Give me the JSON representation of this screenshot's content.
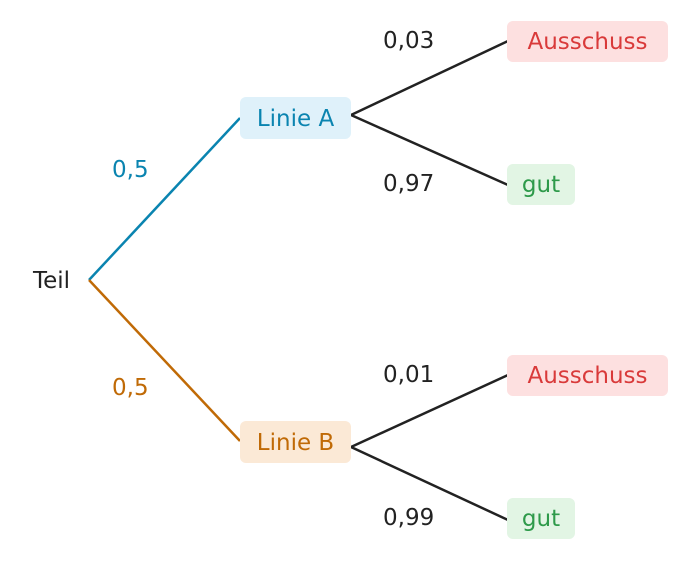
{
  "root": {
    "label": "Teil"
  },
  "colors": {
    "line_a": "#0a84b0",
    "line_b": "#c06a06",
    "box_a_bg": "#dff1fa",
    "box_b_bg": "#fbe9d6",
    "reject_text": "#d93a3a",
    "reject_bg": "#fde0e0",
    "good_text": "#2e9a4a",
    "good_bg": "#e2f5e4",
    "neutral": "#222222"
  },
  "branches": [
    {
      "label": "Linie A",
      "probability": "0,5",
      "outcomes": [
        {
          "label": "Ausschuss",
          "probability": "0,03"
        },
        {
          "label": "gut",
          "probability": "0,97"
        }
      ]
    },
    {
      "label": "Linie B",
      "probability": "0,5",
      "outcomes": [
        {
          "label": "Ausschuss",
          "probability": "0,01"
        },
        {
          "label": "gut",
          "probability": "0,99"
        }
      ]
    }
  ]
}
